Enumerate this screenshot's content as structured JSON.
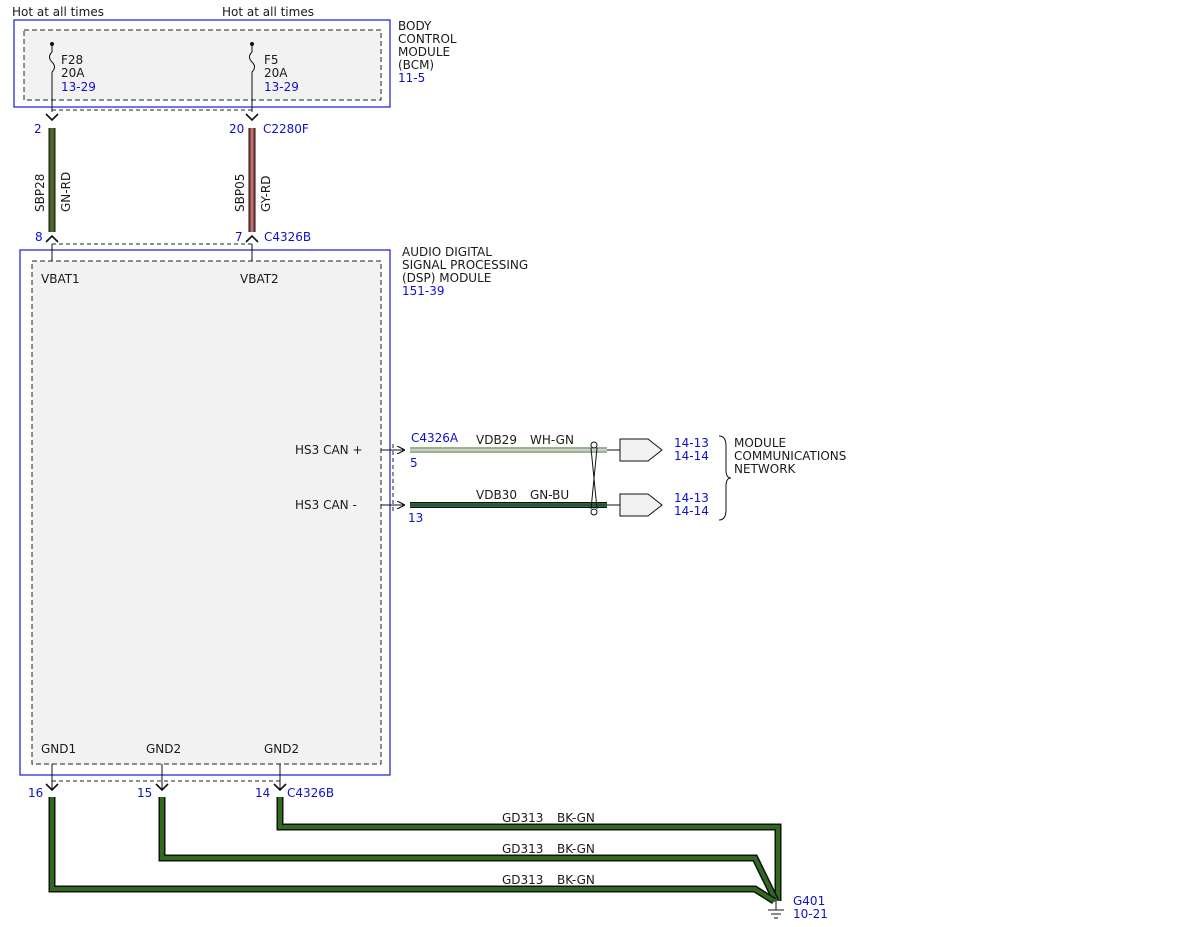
{
  "colors": {
    "link": "#1010c8",
    "module_border": "#2a2ad8",
    "module_fill": "#f2f2f2",
    "wire_green": "#2f6a1e",
    "wire_red": "#b04040",
    "wire_gray": "#9a9a9a",
    "wire_white": "#ffffff",
    "wire_black": "#111111",
    "wire_blue": "#1a3a8a"
  },
  "power": {
    "f28_hot_label": "Hot at all times",
    "f5_hot_label": "Hot at all times"
  },
  "bcm": {
    "name_lines": [
      "BODY",
      "CONTROL",
      "MODULE",
      "(BCM)"
    ],
    "ref": "11-5",
    "fuses": [
      {
        "id": "F28",
        "rating": "20A",
        "ref": "13-29"
      },
      {
        "id": "F5",
        "rating": "20A",
        "ref": "13-29"
      }
    ]
  },
  "upper_connectors": {
    "bcm_side": {
      "pin_left": "2",
      "pin_right": "20",
      "name": "C2280F"
    },
    "dsp_side": {
      "pin_left": "8",
      "pin_right": "7",
      "name": "C4326B"
    }
  },
  "upper_wires": [
    {
      "circuit": "SBP28",
      "color": "GN-RD"
    },
    {
      "circuit": "SBP05",
      "color": "GY-RD"
    }
  ],
  "dsp": {
    "name_lines": [
      "AUDIO DIGITAL",
      "SIGNAL PROCESSING",
      "(DSP) MODULE"
    ],
    "ref": "151-39",
    "pins": {
      "vbat1": "VBAT1",
      "vbat2": "VBAT2",
      "can_plus": "HS3 CAN +",
      "can_minus": "HS3 CAN -",
      "gnd1": "GND1",
      "gnd2a": "GND2",
      "gnd2b": "GND2"
    }
  },
  "can": {
    "connector": "C4326A",
    "plus": {
      "pin": "5",
      "circuit": "VDB29",
      "color": "WH-GN",
      "refs": [
        "14-13",
        "14-14"
      ]
    },
    "minus": {
      "pin": "13",
      "circuit": "VDB30",
      "color": "GN-BU",
      "refs": [
        "14-13",
        "14-14"
      ]
    },
    "network_lines": [
      "MODULE",
      "COMMUNICATIONS",
      "NETWORK"
    ]
  },
  "ground": {
    "connector": "C4326B",
    "pins": [
      "16",
      "15",
      "14"
    ],
    "wires": [
      {
        "circuit": "GD313",
        "color": "BK-GN"
      },
      {
        "circuit": "GD313",
        "color": "BK-GN"
      },
      {
        "circuit": "GD313",
        "color": "BK-GN"
      }
    ],
    "point": "G401",
    "ref": "10-21"
  }
}
